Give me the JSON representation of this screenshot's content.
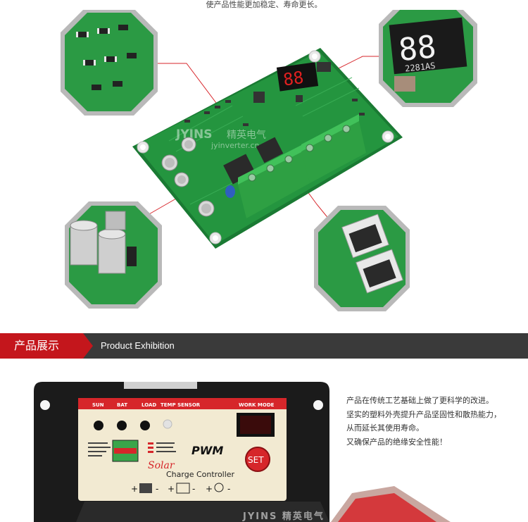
{
  "top_caption": "使产品性能更加稳定、寿命更长。",
  "watermark_brand": "JYINS",
  "watermark_cn": "精英电气",
  "watermark_url": "jyinverter.cn",
  "display_digits": "88",
  "display_part": "2281AS",
  "section": {
    "title_cn": "产品展示",
    "title_en": "Product Exhibition"
  },
  "description": [
    "产品在传统工艺基础上做了更科学的改进。",
    "坚实的塑料外壳提升产品坚固性和散热能力，",
    "从而延长其使用寿命。",
    "又确保产品的绝缘安全性能！"
  ],
  "controller": {
    "labels": [
      "SUN",
      "BAT",
      "LOAD",
      "TEMP SENSOR"
    ],
    "work_mode": "WORK MODE",
    "brand": "PWM",
    "solar": "Solar",
    "subtitle": "Charge Controller",
    "set_button": "SET"
  },
  "colors": {
    "pcb": "#1f8f3a",
    "banner_red": "#c4161c",
    "banner_dark": "#3a3a3a",
    "terminal": "#33b54a",
    "controller_face": "#f2ead2",
    "controller_top_red": "#d6262a"
  }
}
